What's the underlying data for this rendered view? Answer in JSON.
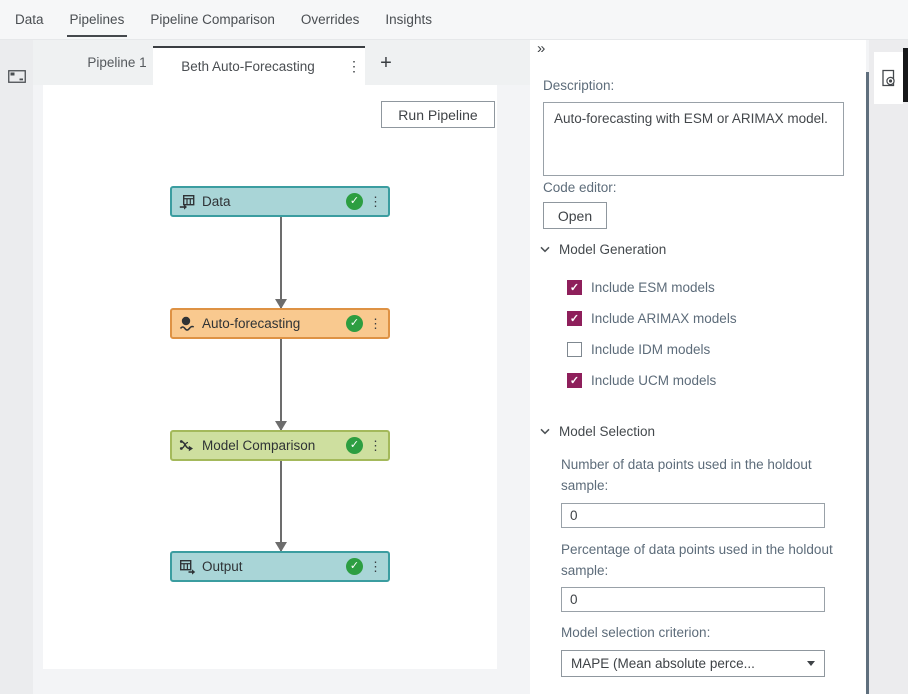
{
  "top_tabs": [
    {
      "label": "Data",
      "active": false
    },
    {
      "label": "Pipelines",
      "active": true
    },
    {
      "label": "Pipeline Comparison",
      "active": false
    },
    {
      "label": "Overrides",
      "active": false
    },
    {
      "label": "Insights",
      "active": false
    }
  ],
  "pipeline_tabs": {
    "inactive_tab": "Pipeline 1",
    "active_tab": "Beth Auto-Forecasting",
    "menu_icon": "⋮",
    "add_tab": "+"
  },
  "canvas": {
    "run_button": "Run Pipeline",
    "nodes": [
      {
        "label": "Data",
        "status": "success",
        "color": "#a9d5d7",
        "border": "#3b9da0"
      },
      {
        "label": "Auto-forecasting",
        "status": "success",
        "color": "#f9c98f",
        "border": "#de9244"
      },
      {
        "label": "Model Comparison",
        "status": "success",
        "color": "#cedf9f",
        "border": "#a4b95b"
      },
      {
        "label": "Output",
        "status": "success",
        "color": "#a9d5d7",
        "border": "#3b9da0"
      }
    ],
    "status_icon": "✓"
  },
  "panel": {
    "collapse_icon": "»",
    "description_label": "Description:",
    "description_value": "Auto-forecasting with ESM or ARIMAX model.",
    "code_editor_label": "Code editor:",
    "open_button": "Open",
    "model_generation": {
      "title": "Model Generation",
      "checkboxes": [
        {
          "label": "Include ESM models",
          "checked": true
        },
        {
          "label": "Include ARIMAX models",
          "checked": true
        },
        {
          "label": "Include IDM models",
          "checked": false
        },
        {
          "label": "Include UCM models",
          "checked": true
        }
      ]
    },
    "model_selection": {
      "title": "Model Selection",
      "fields": [
        {
          "label": "Number of data points used in the holdout sample:",
          "value": "0"
        },
        {
          "label": "Percentage of data points used in the holdout sample:",
          "value": "0"
        }
      ],
      "criterion_label": "Model selection criterion:",
      "criterion_value": "MAPE (Mean absolute perce..."
    }
  },
  "colors": {
    "checkbox_checked": "#8e1f5b",
    "status_success": "#2d9e41",
    "node_teal_bg": "#a9d5d7",
    "node_teal_border": "#3b9da0",
    "node_orange_bg": "#f9c98f",
    "node_orange_border": "#de9244",
    "node_olive_bg": "#cedf9f",
    "node_olive_border": "#a4b95b",
    "scrollbar": "#5f6f7d"
  }
}
